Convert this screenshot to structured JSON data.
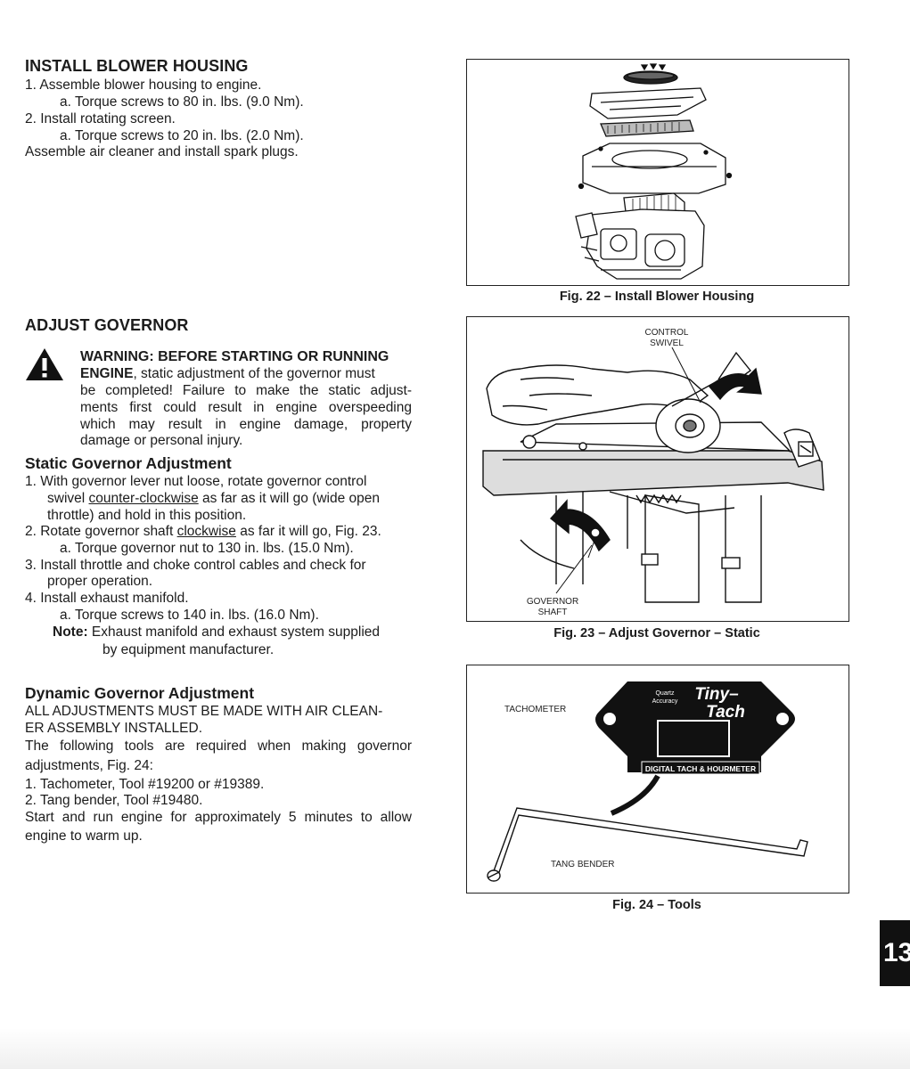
{
  "blower": {
    "heading": "INSTALL BLOWER HOUSING",
    "lines": [
      "1.  Assemble blower housing to engine.",
      "a.  Torque screws to 80 in. lbs. (9.0 Nm).",
      "2.  Install rotating screen.",
      "a.  Torque screws to 20 in. lbs. (2.0 Nm).",
      "Assemble air cleaner and install spark plugs."
    ]
  },
  "governor": {
    "heading": "ADJUST GOVERNOR",
    "warning_bold": "WARNING: BEFORE STARTING OR RUNNING",
    "warning_bold2": "ENGINE",
    "warning_rest": ", static adjustment of the governor must",
    "warning_lines": [
      "be completed! Failure to make the static adjust-",
      "ments first could result in engine overspeeding",
      "which may result in engine damage, property",
      "damage or personal injury."
    ]
  },
  "static": {
    "heading": "Static Governor Adjustment",
    "s1a": "1.  With governor lever nut loose, rotate governor control",
    "s1b_pre": "swivel ",
    "s1b_u": "counter-clockwise",
    "s1b_post": " as far as it will go (wide open",
    "s1c": "throttle) and hold in this position.",
    "s2_pre": "2.  Rotate governor shaft ",
    "s2_u": "clockwise",
    "s2_post": " as far it will go, Fig. 23.",
    "s2a": "a.  Torque governor nut to 130 in. lbs. (15.0 Nm).",
    "s3a": "3.  Install throttle and choke control cables and check for",
    "s3b": "proper operation.",
    "s4": "4.  Install exhaust manifold.",
    "s4a": "a.     Torque screws to 140 in. lbs. (16.0 Nm).",
    "note_label": "Note:",
    "note_text": " Exhaust manifold and exhaust system supplied",
    "note_text2": "by equipment manufacturer."
  },
  "dynamic": {
    "heading": "Dynamic Governor Adjustment",
    "l1": "ALL ADJUSTMENTS MUST BE MADE WITH AIR CLEAN-",
    "l2": "ER ASSEMBLY INSTALLED.",
    "l3": "The following tools are required when making governor",
    "l4": "adjustments, Fig. 24:",
    "l5": "1.  Tachometer, Tool #19200 or #19389.",
    "l6": "2.  Tang bender, Tool #19480.",
    "l7": "Start and run engine for approximately 5 minutes to allow",
    "l8": "engine to warm up."
  },
  "fig22": {
    "caption": "Fig. 22 – Install Blower Housing"
  },
  "fig23": {
    "caption": "Fig. 23 – Adjust Governor – Static",
    "label_control_1": "CONTROL",
    "label_control_2": "SWIVEL",
    "label_gov_1": "GOVERNOR",
    "label_gov_2": "SHAFT"
  },
  "fig24": {
    "caption": "Fig. 24 – Tools",
    "tachometer": "TACHOMETER",
    "tang_bender": "TANG BENDER",
    "brand_1": "Tiny–",
    "brand_2": "Tach",
    "quartz_1": "Quartz",
    "quartz_2": "Accuracy",
    "band": "DIGITAL TACH & HOURMETER"
  },
  "page_number": "13"
}
